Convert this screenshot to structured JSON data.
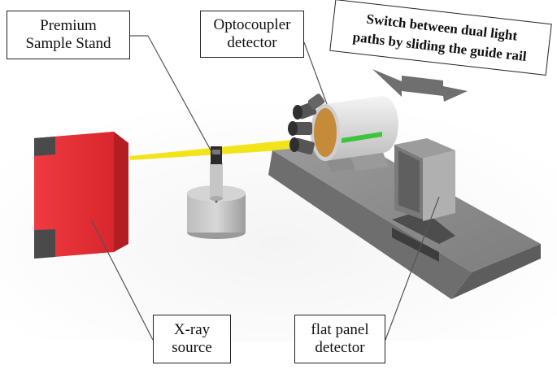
{
  "labels": {
    "sample_stand": {
      "line1": "Premium",
      "line2": "Sample Stand"
    },
    "optocoupler": {
      "line1": "Optocoupler",
      "line2": "detector"
    },
    "switch_note": {
      "line1": "Switch between dual light",
      "line2": "paths by sliding the guide rail"
    },
    "xray_source": {
      "line1": "X-ray",
      "line2": "source"
    },
    "flat_panel": {
      "line1": "flat panel",
      "line2": "detector"
    }
  },
  "colors": {
    "xray_body": "#e8323a",
    "xray_corner": "#4a4a4a",
    "beam": "#f2e000",
    "rail": "#8a8a8a",
    "stand": "#b8b8b8",
    "optocoupler_body": "#e6e6e6",
    "lens_ring": "#c58a3a",
    "green_path": "#3cc43c"
  },
  "icons": {
    "direction_arrow": "double-headed-arrow-icon"
  }
}
